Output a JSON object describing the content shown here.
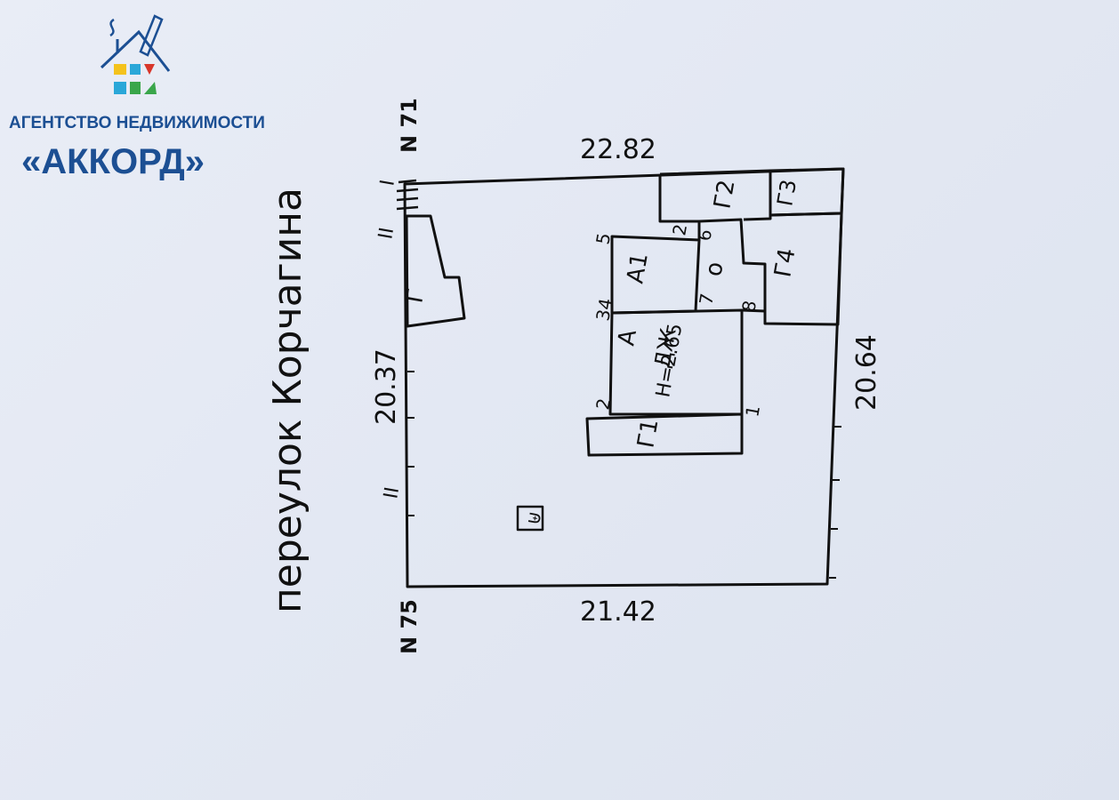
{
  "logo": {
    "agency_line": "АГЕНТСТВО НЕДВИЖИМОСТИ",
    "agency_name": "«АККОРД»",
    "colors": {
      "blue": "#1c4f93",
      "yellow": "#f4c21c",
      "green": "#3aa64a",
      "red": "#d8362a",
      "cyan": "#2aa7d8"
    }
  },
  "plan": {
    "street": "переулок Корчагина",
    "neighbor_top": "N 71",
    "neighbor_bottom": "N 75",
    "dim_top": "22.82",
    "dim_bottom": "21.42",
    "dim_left": "20.37",
    "dim_right": "20.64",
    "buildings": {
      "g": "Г",
      "g1": "Г1",
      "g2": "Г2",
      "g3": "Г3",
      "g4": "Г4",
      "a": "А",
      "a1": "А1",
      "a_note": "ДЖ",
      "height_note": "Н=2.65",
      "o": "о"
    },
    "points": {
      "p1": "1",
      "p2": "2",
      "p34": "34",
      "p5": "5",
      "p6": "6",
      "p7": "7",
      "p8": "8",
      "p_top": "2"
    },
    "marks": {
      "i_top": "I",
      "ii_top": "II",
      "ii_left": "II"
    },
    "well_symbol": "⊎"
  }
}
